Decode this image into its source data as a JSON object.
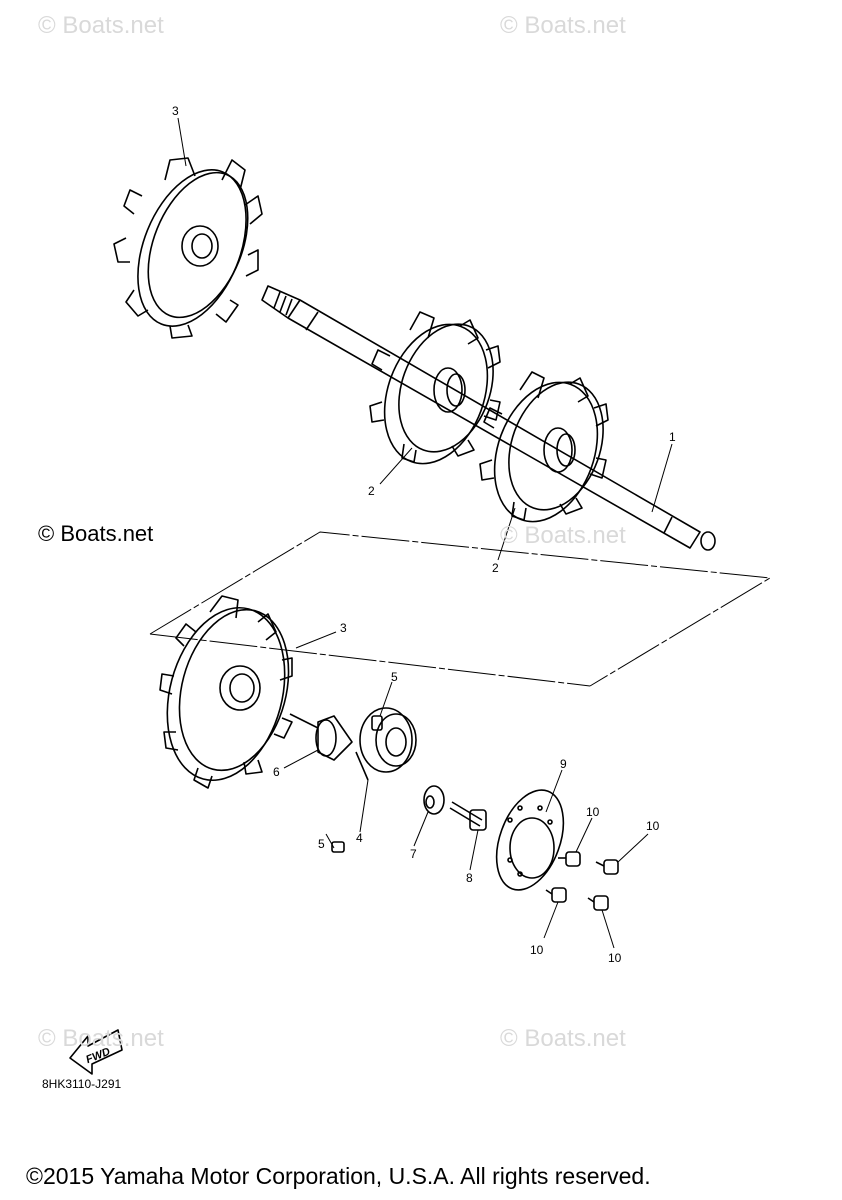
{
  "watermarks": {
    "top_left": "© Boats.net",
    "top_right": "© Boats.net",
    "mid_left": "© Boats.net",
    "mid_center": "© Boats.net",
    "bottom_left": "© Boats.net",
    "bottom_right": "© Boats.net"
  },
  "callouts": {
    "c1": "1",
    "c2a": "2",
    "c2b": "2",
    "c3a": "3",
    "c3b": "3",
    "c4": "4",
    "c5a": "5",
    "c5b": "5",
    "c6": "6",
    "c7": "7",
    "c8": "8",
    "c9": "9",
    "c10a": "10",
    "c10b": "10",
    "c10c": "10",
    "c10d": "10"
  },
  "fwd_label": "FWD",
  "diagram_code": "8HK3110-J291",
  "copyright": "©2015 Yamaha Motor Corporation, U.S.A. All rights reserved."
}
